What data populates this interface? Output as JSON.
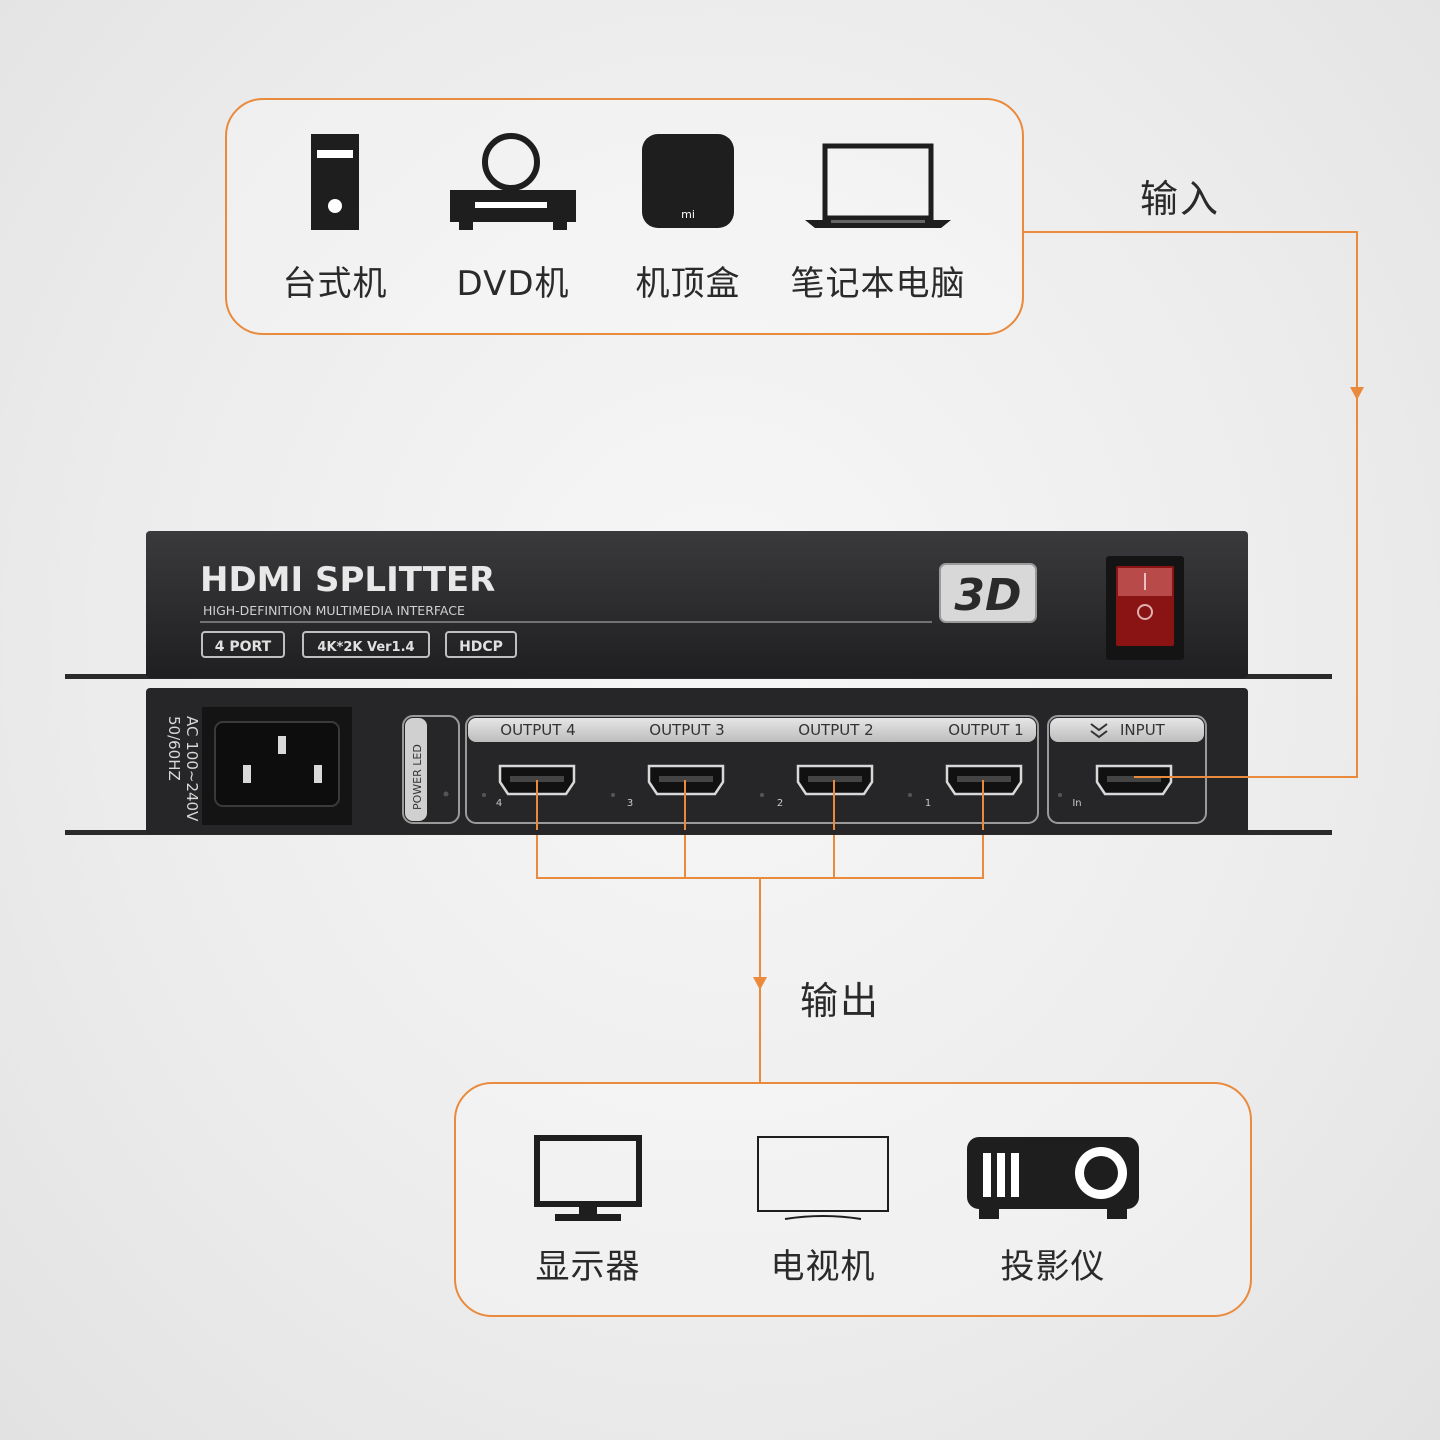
{
  "input_label": "输入",
  "output_label": "输出",
  "sources": [
    {
      "icon": "desktop-pc-icon",
      "label": "台式机"
    },
    {
      "icon": "dvd-player-icon",
      "label": "DVD机"
    },
    {
      "icon": "set-top-box-icon",
      "label": "机顶盒",
      "logo_text": "mi"
    },
    {
      "icon": "laptop-icon",
      "label": "笔记本电脑"
    }
  ],
  "displays": [
    {
      "icon": "monitor-icon",
      "label": "显示器"
    },
    {
      "icon": "tv-icon",
      "label": "电视机"
    },
    {
      "icon": "projector-icon",
      "label": "投影仪"
    }
  ],
  "device": {
    "title": "HDMI SPLITTER",
    "subtitle": "HIGH-DEFINITION MULTIMEDIA INTERFACE",
    "badges": [
      "4 PORT",
      "4K*2K Ver1.4",
      "HDCP"
    ],
    "badge_3d": "3D",
    "power_text": "AC 100~240V",
    "power_text2": "50/60HZ",
    "led_text": "POWER  LED",
    "outputs": [
      {
        "label": "OUTPUT 4",
        "num": "4"
      },
      {
        "label": "OUTPUT 3",
        "num": "3"
      },
      {
        "label": "OUTPUT 2",
        "num": "2"
      },
      {
        "label": "OUTPUT 1",
        "num": "1"
      }
    ],
    "input_label": "INPUT",
    "input_num": "In"
  },
  "colors": {
    "accent": "#ea8a3c",
    "device_body": "#2a2a2c"
  }
}
